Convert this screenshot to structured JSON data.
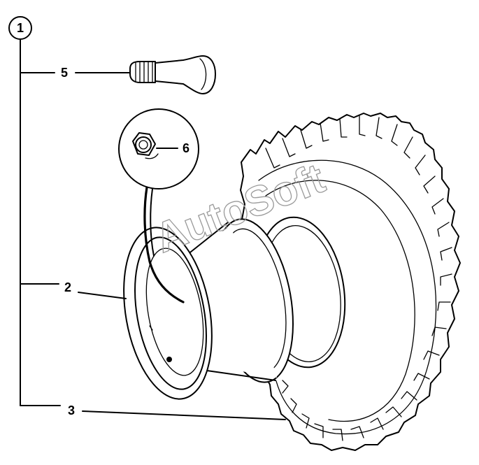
{
  "diagram": {
    "assembly_callout": "1",
    "callouts": [
      {
        "id": "valve",
        "label": "5"
      },
      {
        "id": "nut",
        "label": "6"
      },
      {
        "id": "rim",
        "label": "2"
      },
      {
        "id": "tire",
        "label": "3"
      }
    ],
    "watermark": "AutoSoft"
  }
}
